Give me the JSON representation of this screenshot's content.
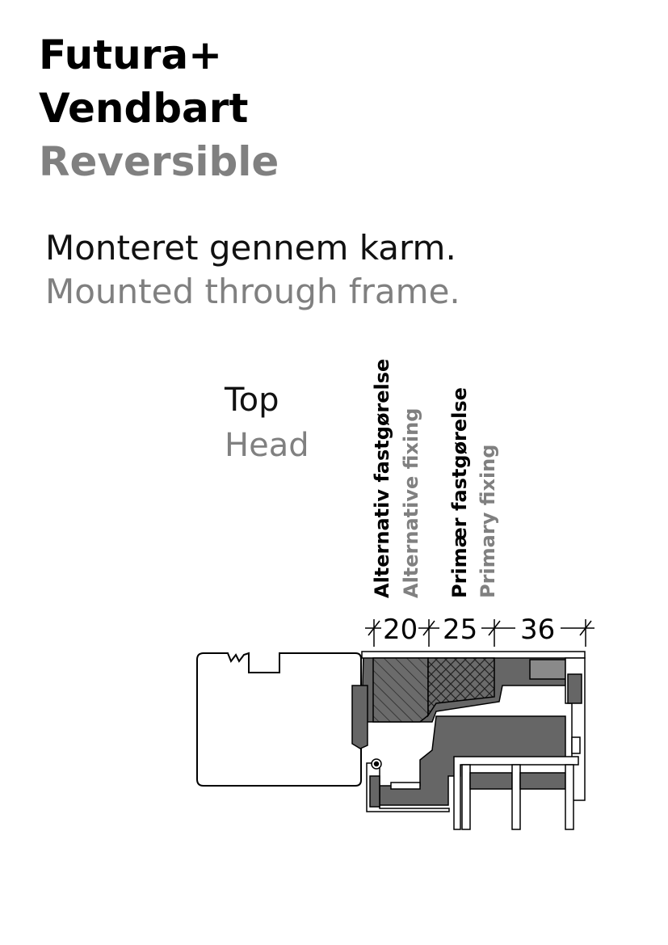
{
  "title": {
    "line1": "Futura+",
    "line2": "Vendbart",
    "line3": "Reversible"
  },
  "description": {
    "danish": "Monteret gennem karm.",
    "english": "Mounted through frame."
  },
  "position": {
    "danish": "Top",
    "english": "Head"
  },
  "fixing": {
    "alternative_danish": "Alternativ fastgørelse",
    "alternative_english": "Alternative fixing",
    "primary_danish": "Primær fastgørelse",
    "primary_english": "Primary fixing"
  },
  "dimensions": {
    "d1": "20",
    "d2": "25",
    "d3": "36"
  },
  "colors": {
    "text": "#000000",
    "secondary_text": "#808080",
    "profile_fill": "#666666",
    "outline": "#000000"
  }
}
